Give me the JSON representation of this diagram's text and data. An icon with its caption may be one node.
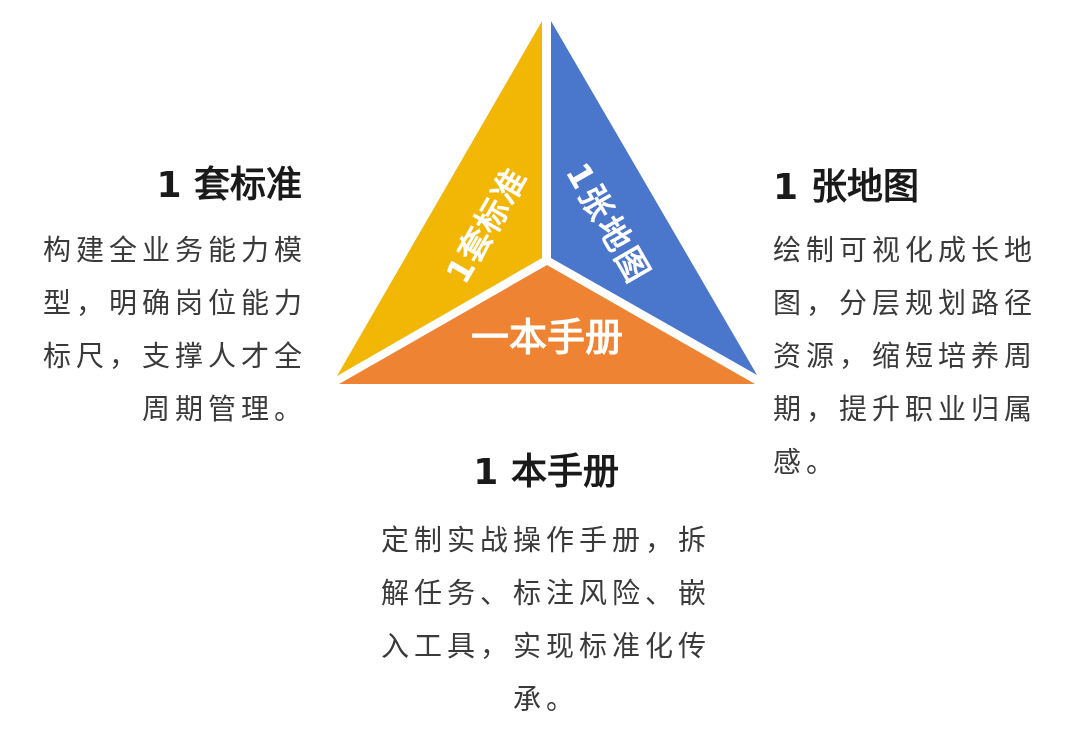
{
  "diagram": {
    "nodes": [
      {
        "text": [
          "1套标准"
        ],
        "beside": [
          "1 套标准",
          "构建全业务能力模型，明确岗位能力标尺，支撑人才全周期管理。"
        ]
      },
      {
        "text": [
          "1张地图"
        ],
        "beside": [
          "1 张地图",
          "绘制可视化成长地图，分层规划路径资源，缩短培养周期，提升职业归属感。"
        ]
      },
      {
        "text": [
          "一本手册"
        ],
        "beside": [
          "1 本手册",
          "定制实战操作手册，拆解任务、标注风险、嵌入工具，实现标准化传承。"
        ]
      }
    ]
  }
}
